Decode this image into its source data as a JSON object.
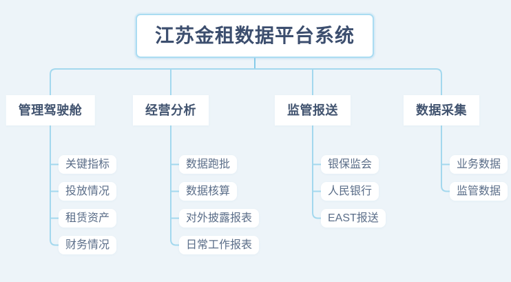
{
  "root": {
    "label": "江苏金租数据平台系统"
  },
  "branches": [
    {
      "label": "管理驾驶舱",
      "children": [
        "关键指标",
        "投放情况",
        "租赁资产",
        "财务情况"
      ]
    },
    {
      "label": "经营分析",
      "children": [
        "数据跑批",
        "数据核算",
        "对外披露报表",
        "日常工作报表"
      ]
    },
    {
      "label": "监管报送",
      "children": [
        "银保监会",
        "人民银行",
        "EAST报送"
      ]
    },
    {
      "label": "数据采集",
      "children": [
        "业务数据",
        "监管数据"
      ]
    }
  ],
  "colors": {
    "background": "#edf4f9",
    "connector": "#a3d8ee",
    "stub": "#85cbe9",
    "root_border": "#aadcf2",
    "root_text": "#3c4e6e",
    "branch_text": "#41536f",
    "leaf_text": "#5a6d88",
    "node_background": "#ffffff"
  }
}
